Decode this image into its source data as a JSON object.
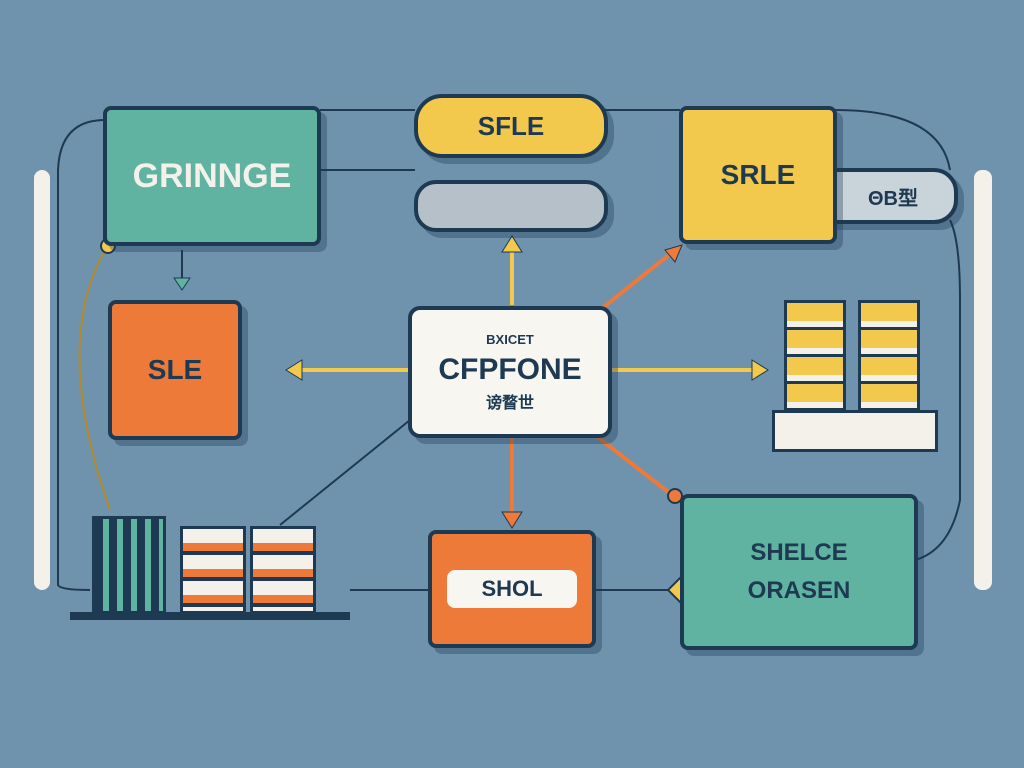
{
  "top_left_box": {
    "label": "GRINNGE",
    "color": "#5fb3a0"
  },
  "top_pill": {
    "label": "SFLE",
    "color": "#f2c94c"
  },
  "grey_pill": {
    "color": "#b6c0c8"
  },
  "top_right_box": {
    "label": "SRLE",
    "color": "#f2c94c"
  },
  "side_tab": {
    "label": "ΘB型"
  },
  "left_box": {
    "label": "SLE",
    "color": "#ee7a3a"
  },
  "center_box": {
    "small_label": "BXICET",
    "title": "CFPFONE",
    "subtitle": "谤瞀世"
  },
  "bottom_box": {
    "label": "SHOL",
    "color": "#ee7a3a"
  },
  "bottom_right_box": {
    "line1": "SHELCE",
    "line2": "ORASEN",
    "color": "#5fb3a0"
  }
}
